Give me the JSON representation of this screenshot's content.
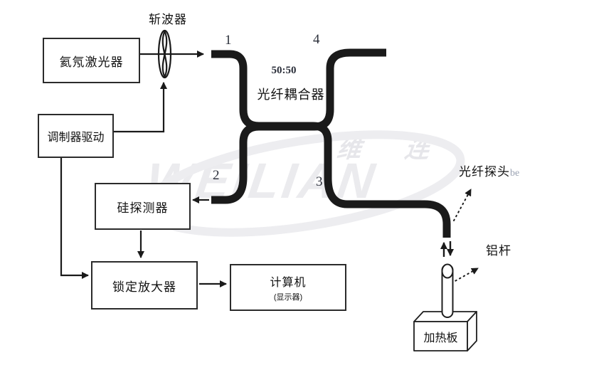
{
  "watermark": {
    "cjk": "维 连",
    "latin": "WEILIAN"
  },
  "nodes": {
    "laser": {
      "label": "氦氖激光器"
    },
    "modulator_driver": {
      "label": "调制器驱动"
    },
    "silicon_detector": {
      "label": "硅探测器"
    },
    "lockin_amplifier": {
      "label": "锁定放大器"
    },
    "computer": {
      "label": "计算机",
      "sublabel": "(显示器)"
    },
    "heater_plate": {
      "label": "加热板"
    }
  },
  "labels": {
    "chopper": "斩波器",
    "coupler_ratio": "50:50",
    "coupler_name": "光纤耦合器",
    "fiber_probe": "光纤探头",
    "fiber_probe_ghost": "be",
    "aluminum_rod": "铝杆",
    "port_1": "1",
    "port_2": "2",
    "port_3": "3",
    "port_4": "4"
  },
  "colors": {
    "ink": "#1a1a1a",
    "fiber": "#1a1a1a",
    "watermark_gray": "#ebebee",
    "port_number": "#2b2f3a",
    "ghost_text": "#9aa2b2"
  }
}
